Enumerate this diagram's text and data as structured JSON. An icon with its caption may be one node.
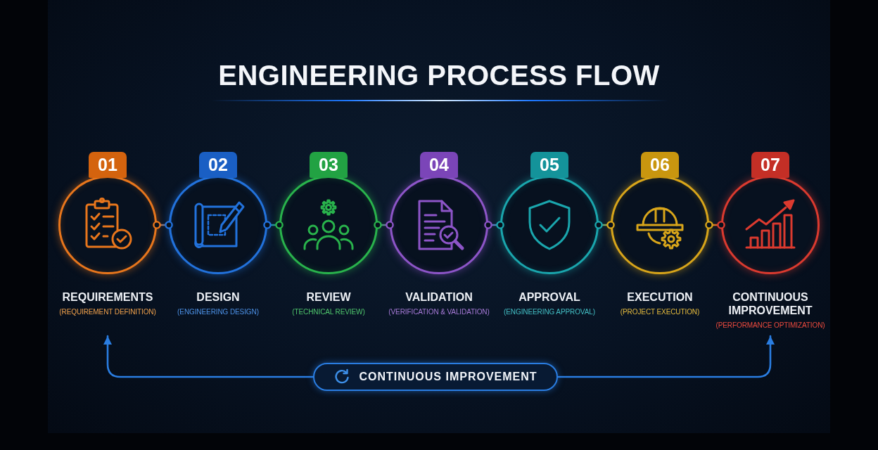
{
  "diagram": {
    "title": "ENGINEERING PROCESS FLOW",
    "nodes": [
      {
        "text": [
          "01"
        ],
        "beside": [
          "REQUIREMENTS",
          "(REQUIREMENT DEFINITION)"
        ]
      },
      {
        "text": [
          "02"
        ],
        "beside": [
          "DESIGN",
          "(ENGINEERING DESIGN)"
        ]
      },
      {
        "text": [
          "03"
        ],
        "beside": [
          "REVIEW",
          "(TECHNICAL REVIEW)"
        ]
      },
      {
        "text": [
          "04"
        ],
        "beside": [
          "VALIDATION",
          "(VERIFICATION & VALIDATION)"
        ]
      },
      {
        "text": [
          "05"
        ],
        "beside": [
          "APPROVAL",
          "(ENGINEERING APPROVAL)"
        ]
      },
      {
        "text": [
          "06"
        ],
        "beside": [
          "EXECUTION",
          "(PROJECT EXECUTION)"
        ]
      },
      {
        "text": [
          "07"
        ],
        "beside": [
          "CONTINUOUS IMPROVEMENT",
          "(PERFORMANCE OPTIMIZATION)"
        ]
      },
      {
        "text": [
          "CONTINUOUS IMPROVEMENT"
        ]
      }
    ],
    "edges": [
      {
        "from": 0,
        "to": 1,
        "arrow": "other"
      },
      {
        "from": 1,
        "to": 2,
        "arrow": "other"
      },
      {
        "from": 2,
        "to": 3,
        "arrow": "other"
      },
      {
        "from": 3,
        "to": 4,
        "arrow": "other"
      },
      {
        "from": 4,
        "to": 5,
        "arrow": "other"
      },
      {
        "from": 5,
        "to": 6,
        "arrow": "other"
      },
      {
        "from": 7,
        "to": 0,
        "arrow": "to",
        "color": "#2a7de1"
      },
      {
        "from": 7,
        "to": 6,
        "arrow": "to",
        "color": "#2a7de1"
      }
    ]
  }
}
